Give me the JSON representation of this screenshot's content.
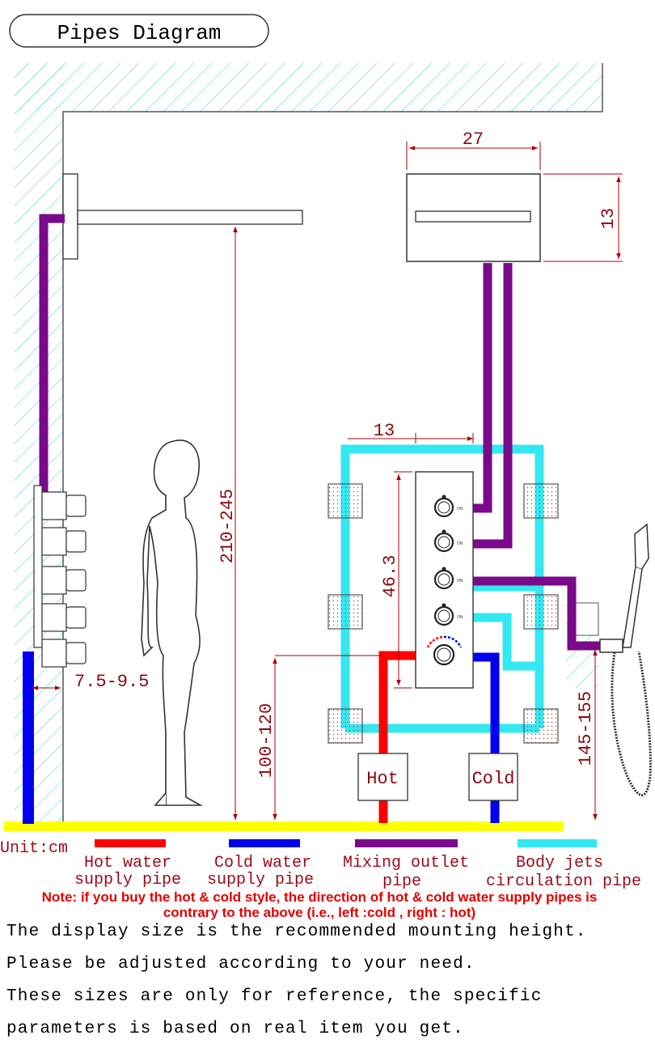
{
  "title": "Pipes Diagram",
  "dimensions": {
    "panel_width": "27",
    "panel_height": "13",
    "valve_width": "13",
    "valve_height": "46.3",
    "shower_arm_height": "210-245",
    "wall_offset": "7.5-9.5",
    "valve_mount_height": "100-120",
    "hand_shower_height": "145-155"
  },
  "labels": {
    "hot": "Hot",
    "cold": "Cold",
    "unit": "Unit:cm"
  },
  "legend": [
    {
      "line1": "Hot water",
      "line2": "supply pipe",
      "color": "#ff0000"
    },
    {
      "line1": "Cold water",
      "line2": "supply pipe",
      "color": "#0000ee"
    },
    {
      "line1": "Mixing outlet",
      "line2": "pipe",
      "color": "#7a0a8a"
    },
    {
      "line1": "Body jets",
      "line2": "circulation pipe",
      "color": "#33e8f0"
    }
  ],
  "note": {
    "line1": "Note: if you buy the hot & cold style, the direction of hot & cold water supply pipes  is",
    "line2": "contrary to the above  (i.e., left :cold , right : hot)"
  },
  "paragraph": [
    "The display size is the recommended mounting height.",
    "Please be adjusted according to your need.",
    "These sizes are only for reference, the specific",
    "parameters is based on real item you get."
  ]
}
